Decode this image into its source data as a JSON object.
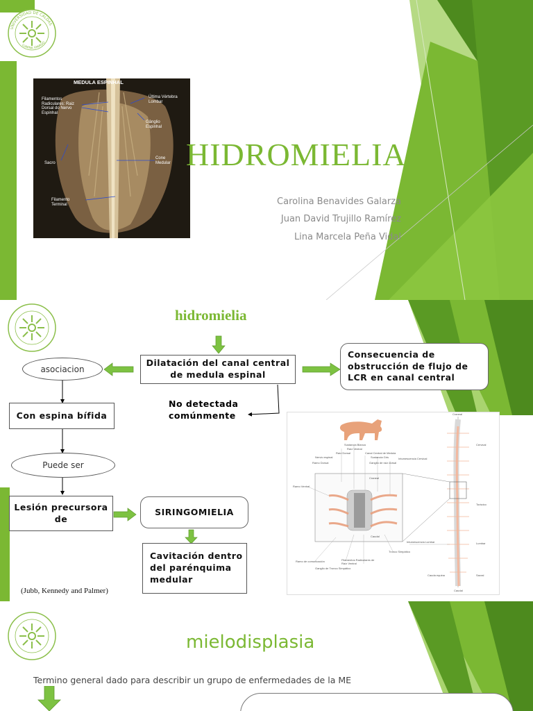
{
  "slide1": {
    "title": "HIDROMIELIA",
    "authors": [
      "Carolina Benavides Galarza",
      "Juan David Trujillo Ramírez",
      "Lina Marcela Peña Vidal"
    ],
    "photo": {
      "header": "MEDULA ESPINHAL",
      "labels": {
        "filamentos": "Filamentos Radiculares: Raiz Dorsal do Nervo Espinhal",
        "ultima": "Última Vértebra Lombar",
        "ganglio": "Gânglio Espinhal",
        "sacro": "Sacro",
        "cone": "Cone Medular",
        "filamento": "Filamento Terminal"
      }
    },
    "logo_text": "UNIVERSIDAD DE CALDAS",
    "logo_motto": "LUMINA SPARGO"
  },
  "slide2": {
    "title": "hidromielia",
    "boxes": {
      "dilatacion": "Dilatación del canal central de medula espinal",
      "consecuencia": "Consecuencia de obstrucción de flujo de LCR en canal central",
      "asociacion": "asociacion",
      "no_detectada": "No detectada comúnmente",
      "espina": "Con espina bífida",
      "puede_ser": "Puede ser",
      "lesion": "Lesión precursora de",
      "siringomielia": "SIRINGOMIELIA",
      "cavitacion": "Cavitación dentro del parénquima medular"
    },
    "citation": "(Jubb, Kennedy and Palmer)",
    "diagram_labels": {
      "craneal": "Craneal",
      "cervical": "Cervical",
      "toracico": "Torácico",
      "lumbar": "Lumbar",
      "sacral": "Sacral",
      "caudal": "Caudal",
      "cauda": "Cauda equina",
      "raiz_dorsal": "Raíz Dorsal",
      "raiz_ventral": "Raíz Ventral",
      "ramo_dorsal": "Ramo Dorsal",
      "ramo_ventral": "Ramo Ventral",
      "nervio": "Nervio espinal",
      "ganglio": "Ganglio de raíz dorsal",
      "canal": "Canal Central de Medula",
      "sustancia_gris": "Sustancia Gris",
      "sustancia_blanca": "Sustancia Blanca",
      "troncos": "Tronco Simpático",
      "intumescencia_cerv": "Intumescencia Cervical",
      "intumescencia_lumb": "Intumescencia Lumbar",
      "ganglio_tronco": "Ganglio de Tronco Simpático",
      "comunicacion": "Ramo de comunicación",
      "filamentos": "Filamentos Radiculares de Raíz Ventral",
      "craneo_box": "Craneal",
      "caudal_box": "Caudal"
    }
  },
  "slide3": {
    "title": "mielodisplasia",
    "description": "Termino general dado para describir un grupo de enfermedades de la ME"
  },
  "colors": {
    "accent_green": "#7bb833",
    "dark_green": "#4d8a1e",
    "light_green": "#a9d46f",
    "arrow_green": "#7dc242"
  }
}
